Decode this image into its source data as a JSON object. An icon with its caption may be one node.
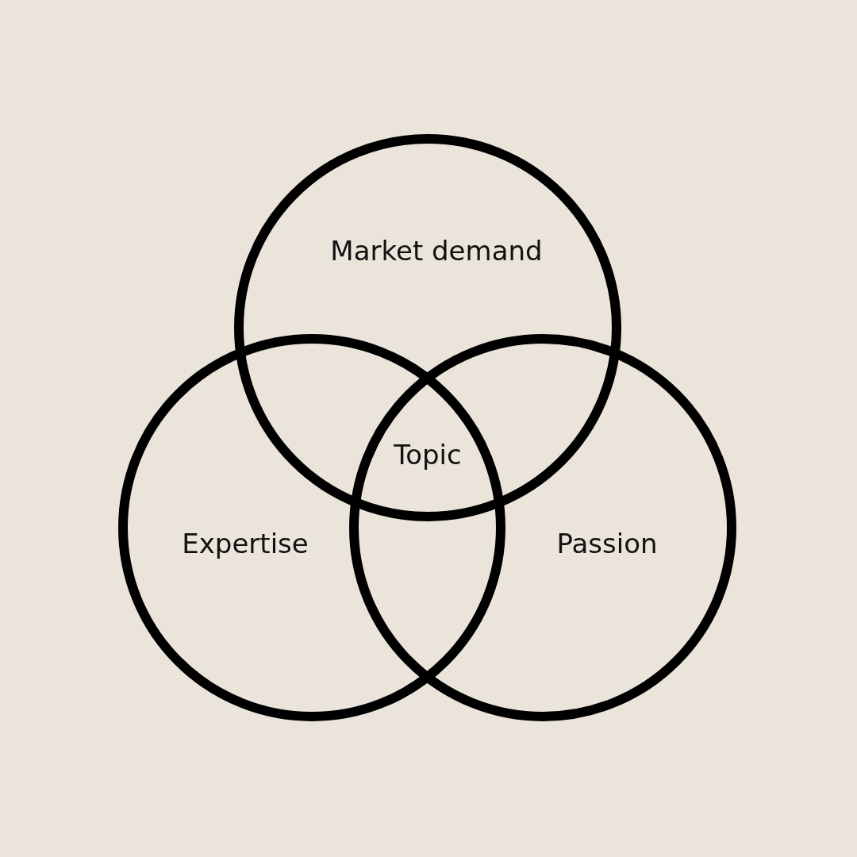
{
  "diagram": {
    "nodes": [
      {
        "text": [
          "Market demand"
        ]
      },
      {
        "text": [
          "Expertise"
        ]
      },
      {
        "text": [
          "Passion"
        ]
      }
    ],
    "labels": [
      "Topic"
    ]
  }
}
